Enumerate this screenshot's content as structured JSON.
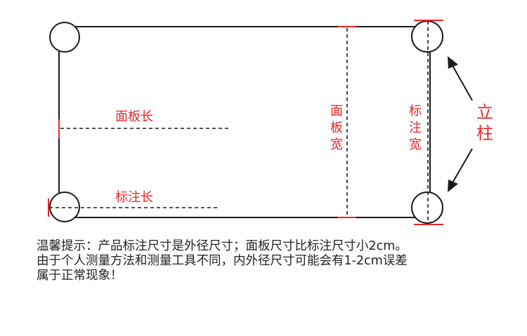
{
  "labels": {
    "panel_length": "面板长",
    "mark_length": "标注长",
    "panel_width": "面板宽",
    "mark_width": "标注宽",
    "post": "立柱"
  },
  "notice": {
    "line1": "温馨提示：产品标注尺寸是外径尺寸；面板尺寸比标注尺寸小2cm。",
    "line2": "由于个人测量方法和测量工具不同，内外径尺寸可能会有1-2cm误差",
    "line3": "属于正常现象！"
  },
  "colors": {
    "accent": "#e8242a",
    "line": "#1a1a1a"
  }
}
